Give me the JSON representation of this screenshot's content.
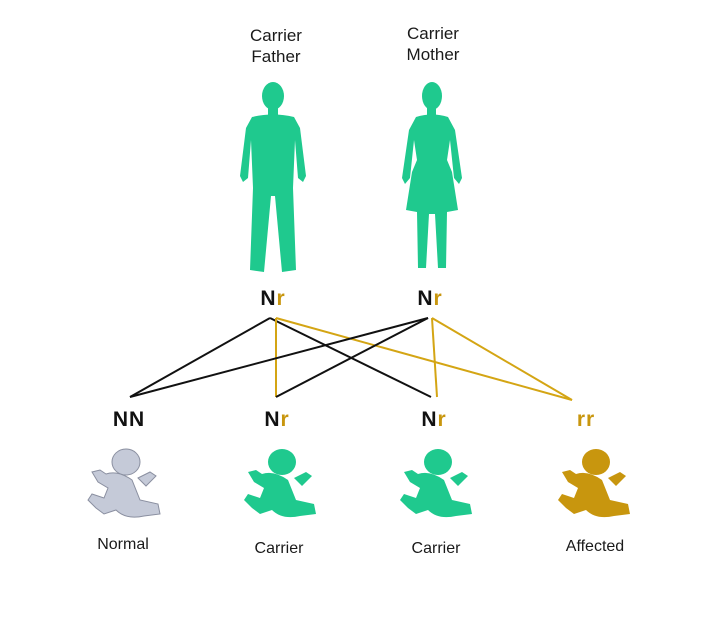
{
  "parents": {
    "father": {
      "line1": "Carrier",
      "line2": "Father",
      "allele_dom": "N",
      "allele_rec": "r"
    },
    "mother": {
      "line1": "Carrier",
      "line2": "Mother",
      "allele_dom": "N",
      "allele_rec": "r"
    }
  },
  "children": [
    {
      "genotype": "NN",
      "label": "Normal",
      "color": "#c5cad8"
    },
    {
      "genotype_dom": "N",
      "genotype_rec": "r",
      "label": "Carrier",
      "color": "#1fc98e"
    },
    {
      "genotype_dom": "N",
      "genotype_rec": "r",
      "label": "Carrier",
      "color": "#1fc98e"
    },
    {
      "genotype": "rr",
      "label": "Affected",
      "color": "#c8960e"
    }
  ],
  "colors": {
    "parent_fill": "#1fc98e",
    "dominant_line": "#111111",
    "recessive_line": "#d4a514"
  }
}
